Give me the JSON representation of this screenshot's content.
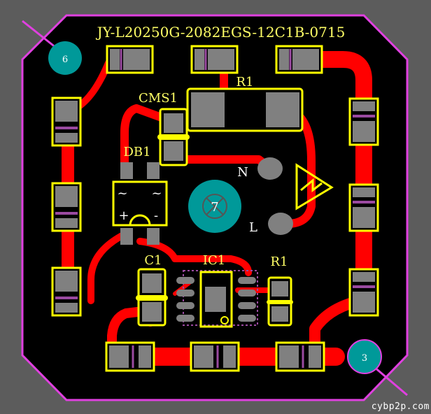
{
  "board": {
    "title": "JY-L20250G-2082EGS-12C1B-0715",
    "colors": {
      "background": "#5c5c5c",
      "board": "#000000",
      "outline": "#e040e0",
      "trace": "#ff0000",
      "pad": "#808080",
      "silkscreen": "#ffff00",
      "hole": "#009999"
    }
  },
  "labels": {
    "cms1": "CMS1",
    "db1": "DB1",
    "r1_top": "R1",
    "c1": "C1",
    "ic1": "IC1",
    "r1_right": "R1",
    "n": "N",
    "l": "L"
  },
  "marks": {
    "ac1": "~",
    "ac2": "~",
    "plus": "+",
    "minus": "-"
  },
  "holes": {
    "h6": "6",
    "h3": "3",
    "center": "7"
  },
  "watermark": "cybp2p.com"
}
